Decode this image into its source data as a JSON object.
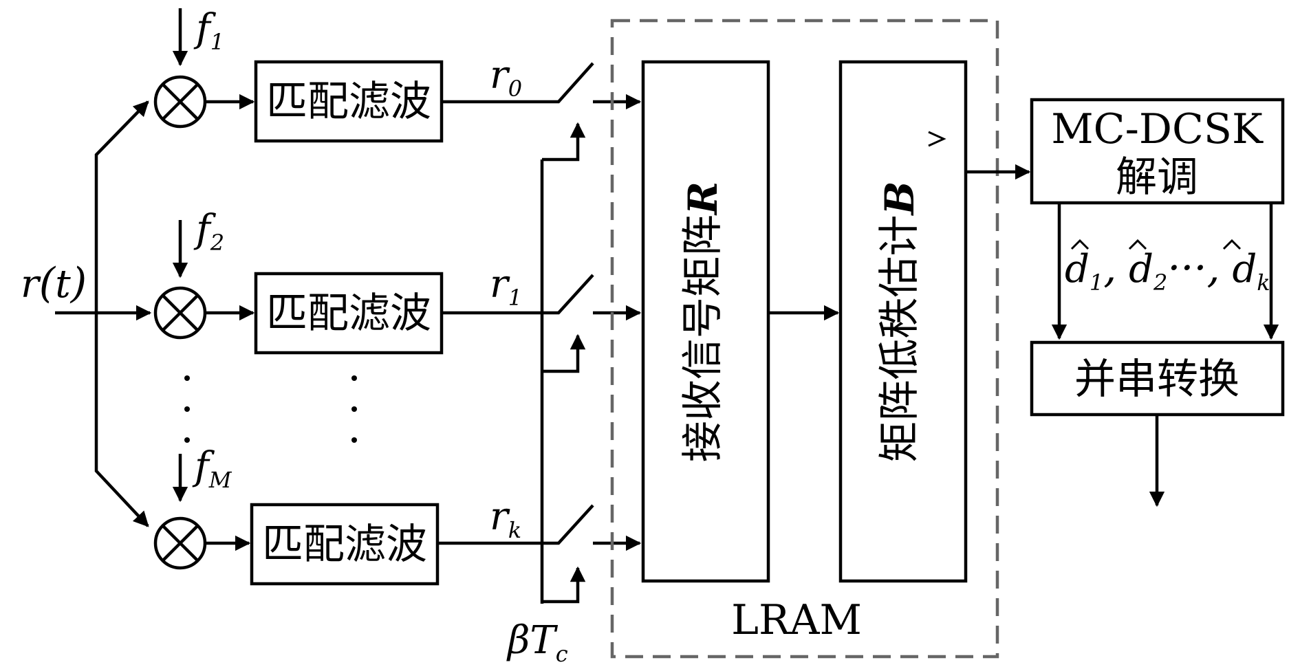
{
  "input": {
    "label": "r(t)",
    "var": "r",
    "arg": "t"
  },
  "branches": [
    {
      "freq_base": "f",
      "freq_sub": "1",
      "filter": "匹配滤波",
      "out_base": "r",
      "out_sub": "0"
    },
    {
      "freq_base": "f",
      "freq_sub": "2",
      "filter": "匹配滤波",
      "out_base": "r",
      "out_sub": "1"
    },
    {
      "freq_base": "f",
      "freq_sub": "M",
      "filter": "匹配滤波",
      "out_base": "r",
      "out_sub": "k"
    }
  ],
  "sampling": {
    "label": "βT_c",
    "beta": "β",
    "T": "T",
    "sub": "c"
  },
  "lram": {
    "label": "LRAM",
    "receive_block": {
      "text": "接收信号矩阵",
      "symbol": "R"
    },
    "estimate_block": {
      "text": "矩阵低秩估计",
      "symbol": "B"
    }
  },
  "demod": {
    "line1": "MC-DCSK",
    "line2": "解调"
  },
  "decisions": {
    "d1_sub": "1",
    "d2_sub": "2",
    "dk_sub": "k",
    "d": "d",
    "comma": ",",
    "ellipsis": "···"
  },
  "p2s": {
    "label": "并串转换"
  }
}
